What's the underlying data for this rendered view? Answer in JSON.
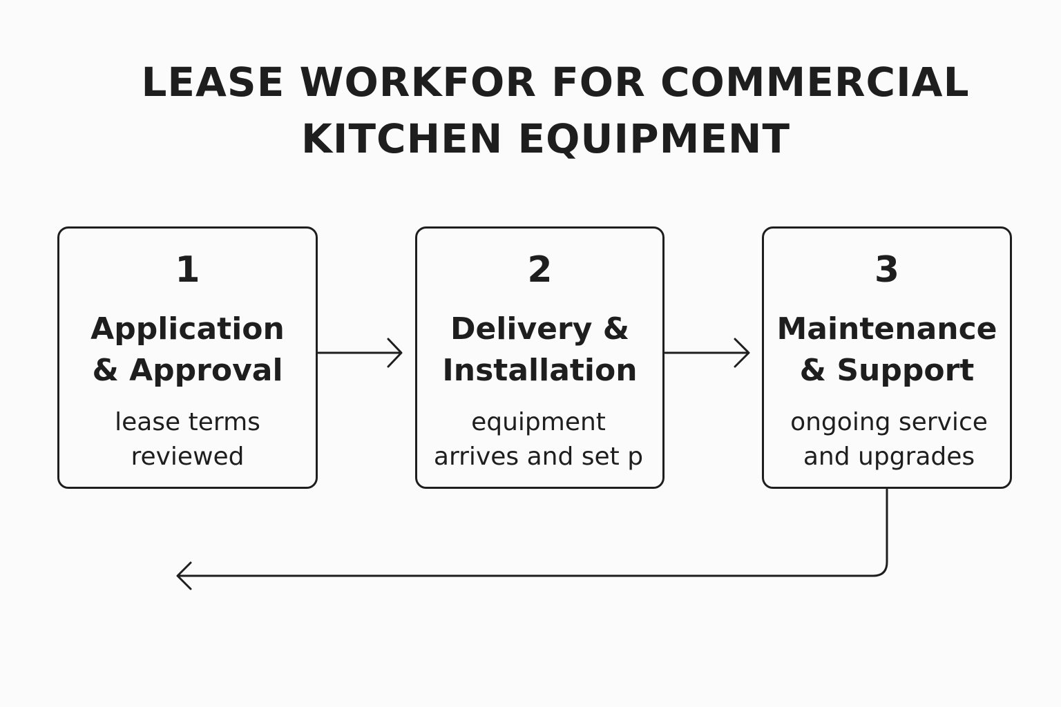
{
  "title": {
    "line1": "LEASE WORKFOR FOR COMMERCIAL",
    "line2": "KITCHEN EQUIPMENT"
  },
  "steps": [
    {
      "number": "1",
      "title_lines": [
        "Application",
        "& Approval"
      ],
      "desc_lines": [
        "lease terms",
        "reviewed"
      ]
    },
    {
      "number": "2",
      "title_lines": [
        "Delivery &",
        "Installation"
      ],
      "desc_lines": [
        "equipment",
        "arrives and set p"
      ]
    },
    {
      "number": "3",
      "title_lines": [
        "Maintenance",
        "& Support"
      ],
      "desc_lines": [
        "ongoing service",
        "and upgrades"
      ]
    }
  ],
  "colors": {
    "stroke": "#1e1e1e",
    "background": "#fbfbfb"
  }
}
